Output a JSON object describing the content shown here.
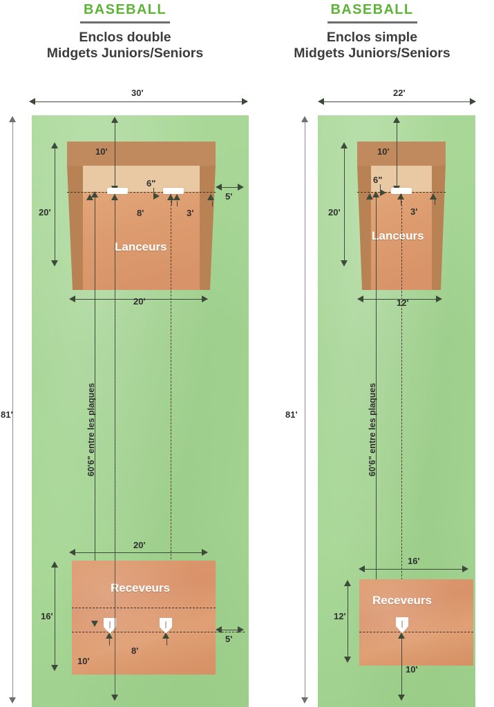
{
  "panels": [
    {
      "id": "left",
      "sport": "BASEBALL",
      "subtitle_line1": "Enclos double",
      "subtitle_line2": "Midgets Juniors/Seniors",
      "dimensions": {
        "overall_width": "30'",
        "overall_height": "81'",
        "mound_top_offset": "10'",
        "mound_side_clearance": "5'",
        "mound_depth": "20'",
        "mound_width": "20'",
        "rubber_spacing": "8'",
        "rubber_edge": "3'",
        "rubber_length": "6\"",
        "between_plates": "60'6\" entre les plaques",
        "catcher_box_width": "20'",
        "catcher_box_height": "16'",
        "catcher_plate_to_bottom": "10'",
        "catcher_side_clearance": "5'",
        "catcher_plate_spacing": "8'"
      },
      "zones": {
        "pitchers": "Lanceurs",
        "catchers": "Receveurs"
      }
    },
    {
      "id": "right",
      "sport": "BASEBALL",
      "subtitle_line1": "Enclos simple",
      "subtitle_line2": "Midgets Juniors/Seniors",
      "dimensions": {
        "overall_width": "22'",
        "overall_height": "81'",
        "mound_top_offset": "10'",
        "mound_depth": "20'",
        "mound_width": "12'",
        "rubber_edge": "3'",
        "rubber_length": "6\"",
        "between_plates": "60'6\" entre les plaques",
        "catcher_box_width": "16'",
        "catcher_box_height": "12'",
        "catcher_plate_to_bottom": "10'"
      },
      "zones": {
        "pitchers": "Lanceurs",
        "catchers": "Receveurs"
      }
    }
  ],
  "colors": {
    "accent_green": "#5cb335",
    "text_dark": "#3c3c3b",
    "grass": "#a9d898",
    "dirt": "#dd9a6d",
    "dirt_dark": "#c08a5e",
    "dirt_light": "#e8c9a4",
    "dim_line": "#3d4a3a",
    "dim_line_grey": "#8a8a8a"
  }
}
